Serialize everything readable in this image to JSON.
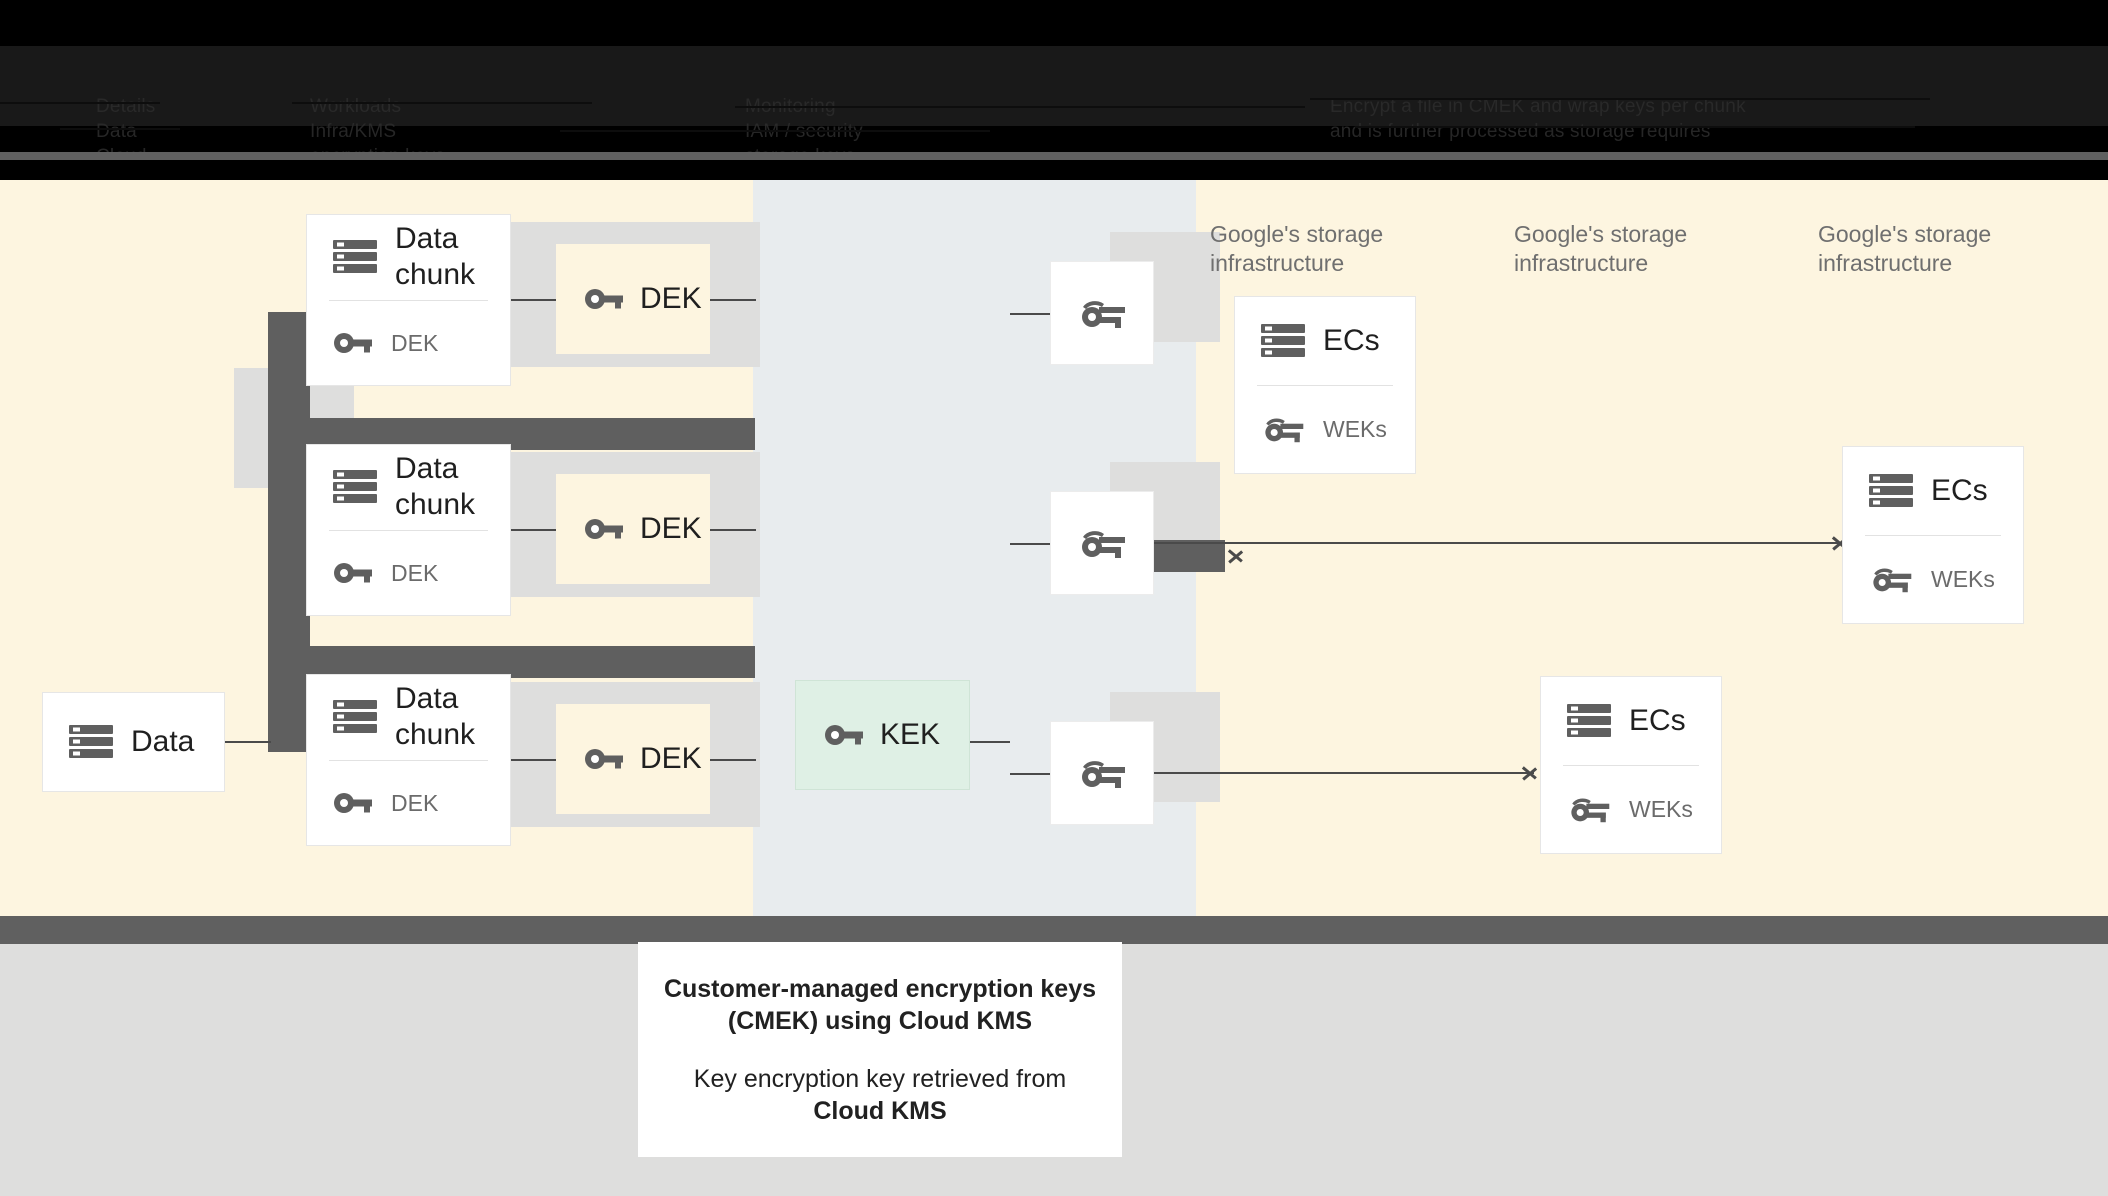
{
  "banner": {
    "obscured": true,
    "lines": [
      "Details",
      "Workloads",
      "Monitoring",
      "Data",
      "Infra/KMS",
      "IAM / security",
      "Cloud",
      "encryption keys",
      "storage keys"
    ],
    "right_lines": [
      "Encrypt a file in CMEK and wrap keys per chunk",
      "and is further processed as storage requires"
    ]
  },
  "diagram": {
    "source_card": {
      "title": "Data",
      "icon": "server-icon"
    },
    "chunks": [
      {
        "title": "Data chunk",
        "key_label": "DEK",
        "icon": "server-icon",
        "key_icon": "key-icon"
      },
      {
        "title": "Data chunk",
        "key_label": "DEK",
        "icon": "server-icon",
        "key_icon": "key-icon"
      },
      {
        "title": "Data chunk",
        "key_label": "DEK",
        "icon": "server-icon",
        "key_icon": "key-icon"
      }
    ],
    "dek_chips": [
      {
        "label": "DEK",
        "icon": "key-icon"
      },
      {
        "label": "DEK",
        "icon": "key-icon"
      },
      {
        "label": "DEK",
        "icon": "key-icon"
      }
    ],
    "kek_chip": {
      "label": "KEK",
      "icon": "key-icon"
    },
    "wrapped_keys": [
      {
        "icon": "wrapped-key-icon"
      },
      {
        "icon": "wrapped-key-icon"
      },
      {
        "icon": "wrapped-key-icon"
      }
    ],
    "infra_labels": [
      "Google's storage\ninfrastructure",
      "Google's storage\ninfrastructure",
      "Google's storage\ninfrastructure"
    ],
    "ec_cards": [
      {
        "title": "ECs",
        "key_label": "WEKs",
        "icon": "server-icon",
        "key_icon": "wrapped-key-icon"
      },
      {
        "title": "ECs",
        "key_label": "WEKs",
        "icon": "server-icon",
        "key_icon": "wrapped-key-icon"
      },
      {
        "title": "ECs",
        "key_label": "WEKs",
        "icon": "server-icon",
        "key_icon": "wrapped-key-icon"
      }
    ]
  },
  "caption": {
    "line1": "Customer-managed encryption keys",
    "line2": "(CMEK) using Cloud KMS",
    "line3": "Key encryption key retrieved from",
    "line4": "Cloud KMS"
  },
  "colors": {
    "cream": "#fdf5e0",
    "blue_gray": "#e8ecee",
    "plate_gray": "#dededd",
    "dark_gray": "#5f5f5f",
    "kek_green": "#dff0e5",
    "icon_gray": "#5f5f5f",
    "text_dark": "#1f1f1f",
    "text_muted": "#6b6b6b"
  }
}
